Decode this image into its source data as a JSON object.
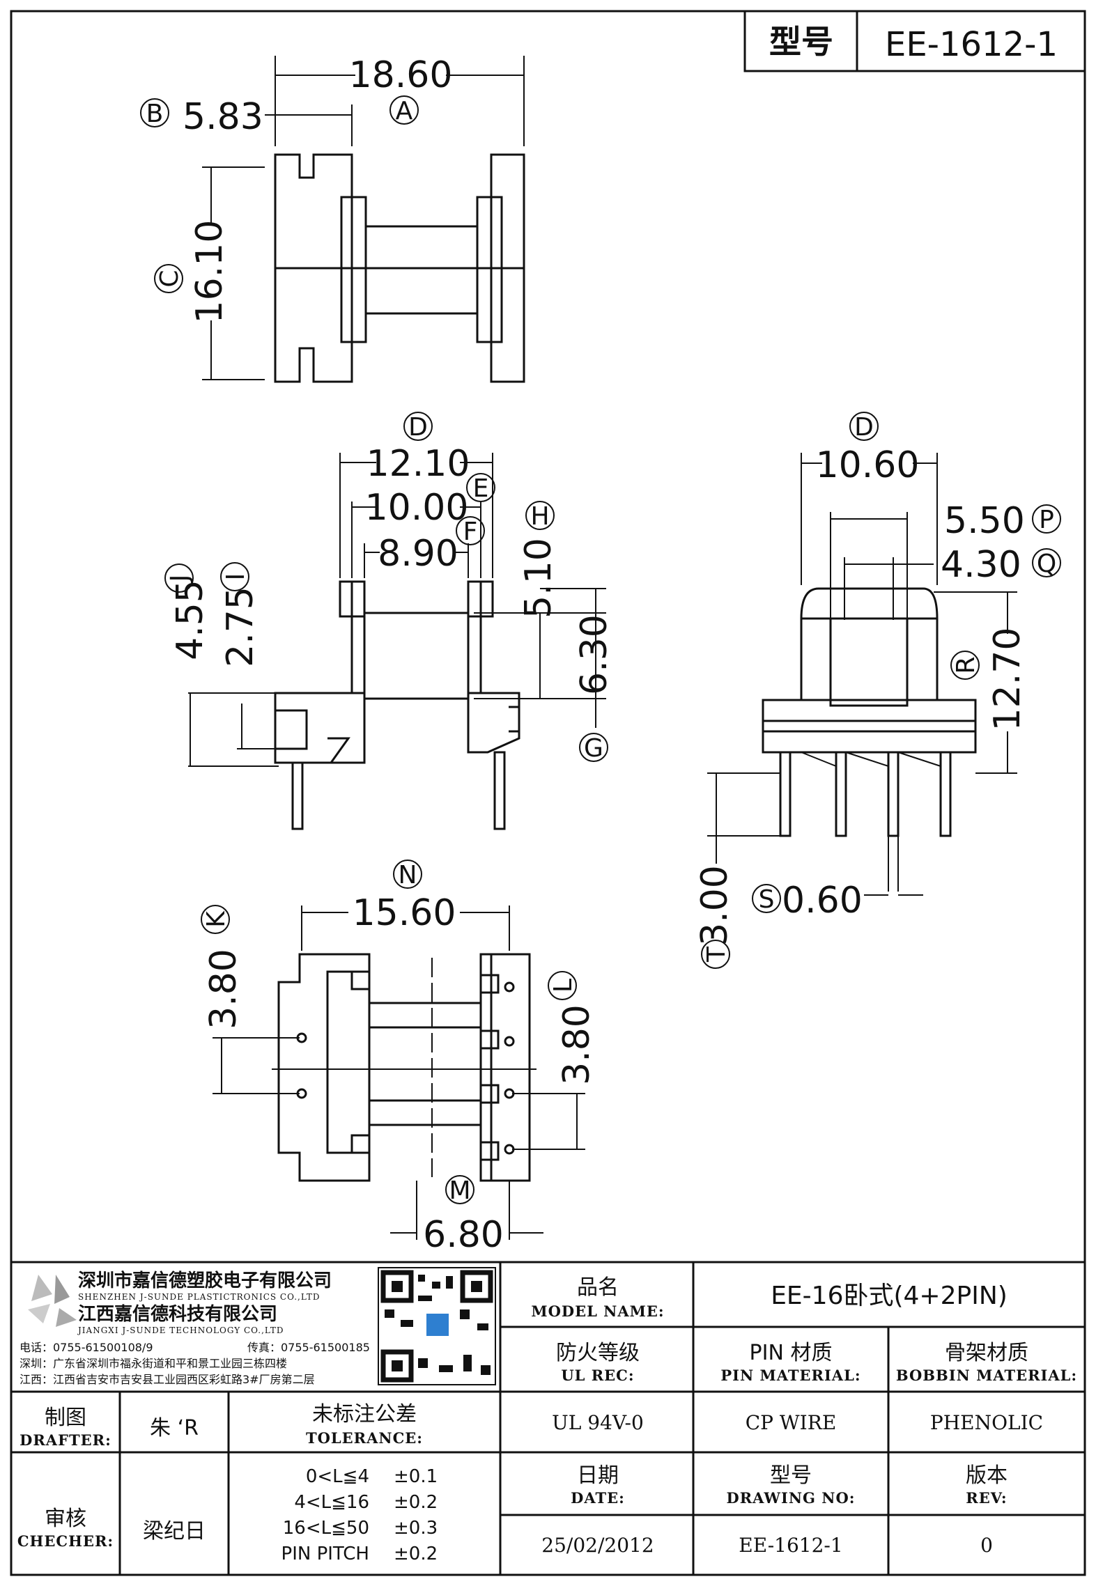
{
  "header": {
    "type_label": "型号",
    "type_value": "EE-1612-1"
  },
  "dimensions": {
    "top_view": {
      "A": {
        "letter": "A",
        "value": "18.60"
      },
      "B": {
        "letter": "B",
        "value": "5.83"
      },
      "C": {
        "letter": "C",
        "value": "16.10"
      }
    },
    "front_view": {
      "D": {
        "letter": "D",
        "value": "12.10"
      },
      "E": {
        "letter": "E",
        "value": "10.00"
      },
      "F": {
        "letter": "F",
        "value": "8.90"
      },
      "H": {
        "letter": "H",
        "value": "5.10"
      },
      "J": {
        "letter": "J",
        "value": "4.55"
      },
      "I": {
        "letter": "I",
        "value": "2.75"
      },
      "G": {
        "letter": "G",
        "value": "6.30"
      }
    },
    "side_view": {
      "D": {
        "letter": "D",
        "value": "10.60"
      },
      "P": {
        "letter": "P",
        "value": "5.50"
      },
      "Q": {
        "letter": "Q",
        "value": "4.30"
      },
      "R": {
        "letter": "R",
        "value": "12.70"
      },
      "S": {
        "letter": "S",
        "value": "0.60"
      },
      "T": {
        "letter": "T",
        "value": "3.00"
      }
    },
    "bottom_view": {
      "N": {
        "letter": "N",
        "value": "15.60"
      },
      "K": {
        "letter": "K",
        "value": "3.80"
      },
      "L": {
        "letter": "L",
        "value": "3.80"
      },
      "M": {
        "letter": "M",
        "value": "6.80"
      }
    }
  },
  "company": {
    "name_cn_1": "深圳市嘉信德塑胶电子有限公司",
    "name_en_1": "SHENZHEN J-SUNDE PLASTICTRONICS CO.,LTD",
    "name_cn_2": "江西嘉信德科技有限公司",
    "name_en_2": "JIANGXI J-SUNDE TECHNOLOGY CO.,LTD",
    "phone": "电话：0755-61500108/9",
    "fax": "传真：0755-61500185",
    "addr_sz": "深圳：广东省深圳市福永街道和平和景工业园三栋四楼",
    "addr_jx": "江西：江西省吉安市吉安县工业园西区彩虹路3#厂房第二层"
  },
  "title_block": {
    "model_name": {
      "label_cn": "品名",
      "label_en": "MODEL NAME:",
      "value": "EE-16卧式(4+2PIN)"
    },
    "ul": {
      "label_cn": "防火等级",
      "label_en": "UL REC:",
      "value": "UL 94V-0"
    },
    "pin_material": {
      "label_cn": "PIN 材质",
      "label_en": "PIN MATERIAL:",
      "value": "CP WIRE"
    },
    "bobbin_material": {
      "label_cn": "骨架材质",
      "label_en": "BOBBIN MATERIAL:",
      "value": "PHENOLIC"
    },
    "drafter": {
      "label_cn": "制图",
      "label_en": "DRAFTER:",
      "value": "朱 ‘R"
    },
    "checker": {
      "label_cn": "审核",
      "label_en": "CHECHER:",
      "value": "梁纪日"
    },
    "tolerance": {
      "label_cn": "未标注公差",
      "label_en": "TOLERANCE:",
      "rows": [
        {
          "range": "0<L≦4",
          "tol": "±0.1"
        },
        {
          "range": "4<L≦16",
          "tol": "±0.2"
        },
        {
          "range": "16<L≦50",
          "tol": "±0.3"
        },
        {
          "range": "PIN PITCH",
          "tol": "±0.2"
        }
      ]
    },
    "date": {
      "label_cn": "日期",
      "label_en": "DATE:",
      "value": "25/02/2012"
    },
    "drawing_no": {
      "label_cn": "型号",
      "label_en": "DRAWING NO:",
      "value": "EE-1612-1"
    },
    "rev": {
      "label_cn": "版本",
      "label_en": "REV:",
      "value": "0"
    }
  }
}
